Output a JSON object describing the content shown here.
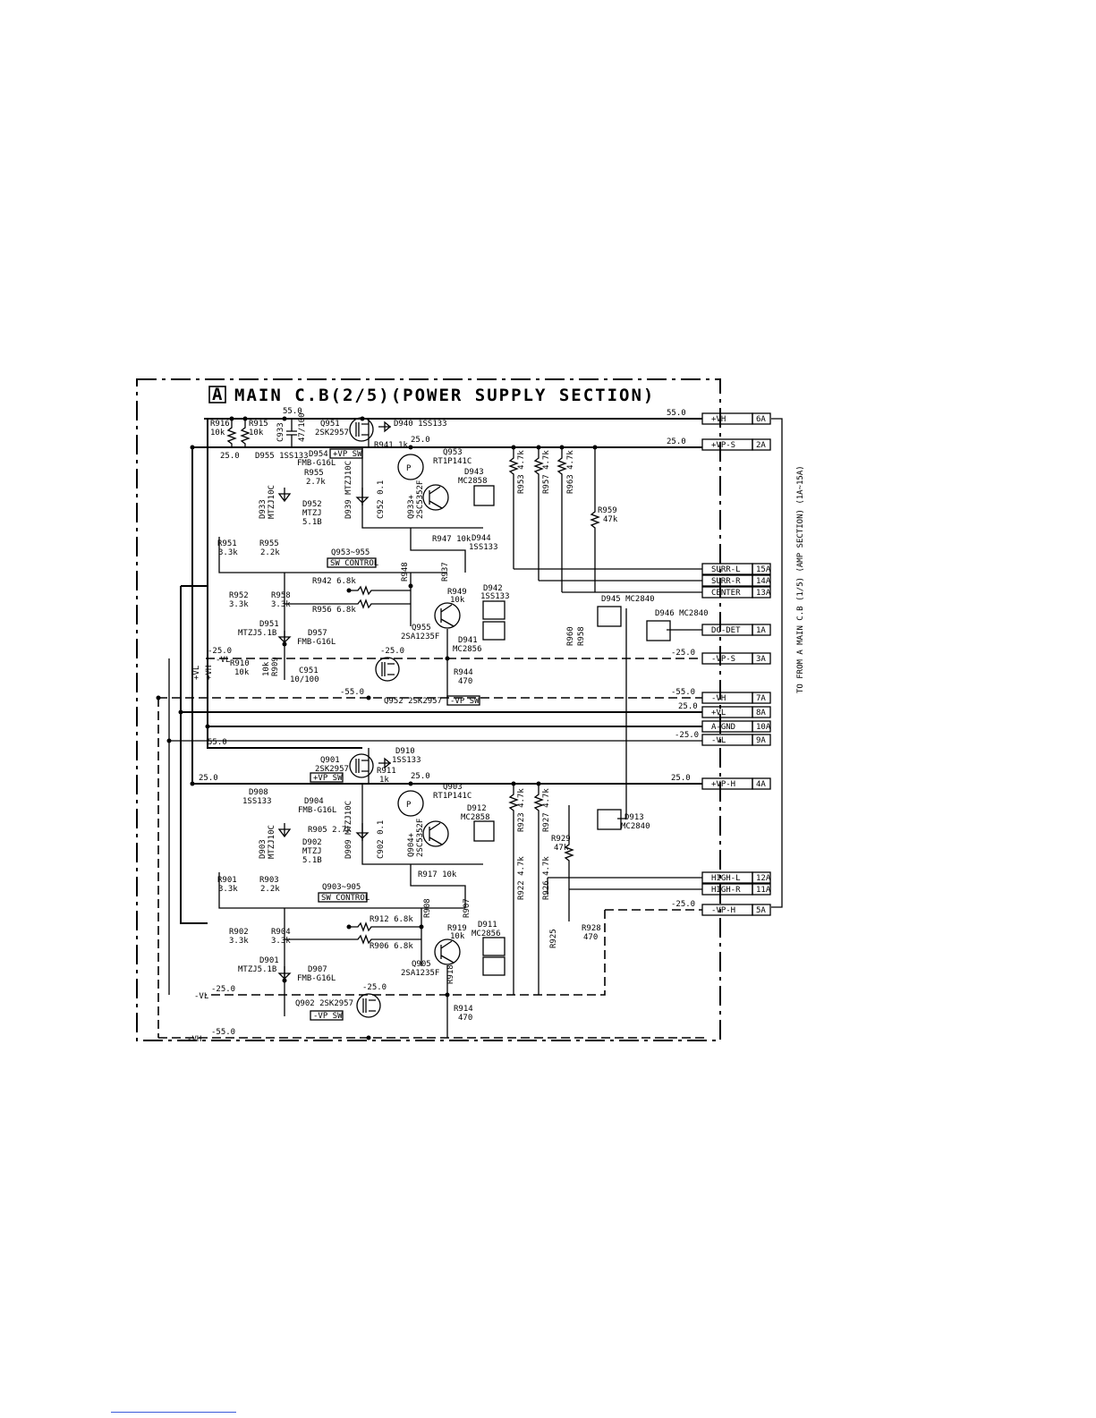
{
  "title": {
    "box_letter": "A",
    "text": "MAIN C.B(2/5)(POWER SUPPLY SECTION)"
  },
  "side_note": "TO FROM A MAIN C.B (1/5) (AMP SECTION) (1A~15A)",
  "connectors": [
    {
      "name": "+VH",
      "pin": "6A"
    },
    {
      "name": "+VP-S",
      "pin": "2A"
    },
    {
      "name": "SURR-L",
      "pin": "15A"
    },
    {
      "name": "SURR-R",
      "pin": "14A"
    },
    {
      "name": "CENTER",
      "pin": "13A"
    },
    {
      "name": "DC-DET",
      "pin": "1A"
    },
    {
      "name": "-VP-S",
      "pin": "3A"
    },
    {
      "name": "-VH",
      "pin": "7A"
    },
    {
      "name": "+VL",
      "pin": "8A"
    },
    {
      "name": "A-GND",
      "pin": "10A"
    },
    {
      "name": "-VL",
      "pin": "9A"
    },
    {
      "name": "+VP-H",
      "pin": "4A"
    },
    {
      "name": "HIGH-L",
      "pin": "12A"
    },
    {
      "name": "HIGH-R",
      "pin": "11A"
    },
    {
      "name": "-VP-H",
      "pin": "5A"
    }
  ],
  "voltages": {
    "v_vh": "55.0",
    "v_vps": "25.0",
    "v_top55": "55.0",
    "v_top25": "25.0",
    "v_left25": "25.0",
    "v_mid25": "25.0",
    "v_neg_vps": "-25.0",
    "v_q952": "-25.0",
    "v_neg55": "-55.0",
    "v_vh_neg": "-55.0",
    "v_vl": "25.0",
    "v_vl_neg": "-25.0",
    "v_q901_55": "55.0",
    "v_q901_25": "25.0",
    "v_vph_25": "25.0",
    "v_left25b": "-25.0",
    "v_vph_neg": "-25.0",
    "v_q902": "-25.0",
    "v_bot55": "-55.0",
    "v_neg25_left": "-25.0"
  },
  "components": {
    "q951": "Q951",
    "q951_part": "2SK2957",
    "d940": "D940 1SS133",
    "r941": "R941 1k",
    "d955": "D955 1SS133",
    "d954": "D954",
    "d954_part": "FMB-G16L",
    "vp_sw_top": "+VP SW",
    "r955": "R955",
    "r955_val": "2.7k",
    "q953": "Q953",
    "q953_part": "RT1P141C",
    "d943": "D943",
    "d943_part": "MC2858",
    "d933": "D933",
    "d933_part": "MTZJ10C",
    "d939": "D939 MTZJ10C",
    "c952": "C952 0.1",
    "q933": "Q933+",
    "q933_part": "2SC5352F",
    "d952": "D952",
    "d952_part": "MTZJ",
    "d952_val": "5.1B",
    "r953": "R953 4.7k",
    "r957": "R957 4.7k",
    "r963": "R963 4.7k",
    "r959": "R959",
    "r959_val": "47k",
    "r947": "R947 10k",
    "d944": "D944",
    "d944_part": "1SS133",
    "r951": "R951",
    "r951_val": "3.3k",
    "r955b": "R955",
    "r955b_val": "2.2k",
    "sw_ctrl_top_range": "Q953~955",
    "sw_ctrl_top": "SW CONTROL",
    "r942": "R942 6.8k",
    "r956": "R956 6.8k",
    "r948": "R948",
    "r937": "R937",
    "r949": "R949",
    "r949_val": "10k",
    "d942": "D942",
    "d942_part": "1SS133",
    "d945": "D945 MC2840",
    "d946": "D946 MC2840",
    "r952": "R952",
    "r952_val": "3.3k",
    "r958": "R958",
    "r958_val": "3.3k",
    "q955": "Q955",
    "q955_part": "2SA1235F",
    "d941": "D941",
    "d941_part": "MC2856",
    "d951": "D951",
    "d951_part": "MTZJ5.1B",
    "d957": "D957",
    "d957_part": "FMB-G16L",
    "r910": "R910",
    "r910_val": "10k",
    "c951": "C951",
    "c951_val": "10/100",
    "q952": "Q952 2SK2957",
    "vp_sw_neg": "-VP SW",
    "r944": "R944",
    "r944_val": "470",
    "r960": "R960",
    "r958b": "R958",
    "q901": "Q901",
    "q901_part": "2SK2957",
    "d910": "D910",
    "d910_part": "1SS133",
    "vp_sw_mid": "+VP SW",
    "r911": "R911",
    "r911_val": "1k",
    "d908": "D908",
    "d908_part": "1SS133",
    "d904": "D904",
    "d904_part": "FMB-G16L",
    "q903": "Q903",
    "q903_part": "RT1P141C",
    "d912": "D912",
    "d912_part": "MC2858",
    "d913": "D913",
    "d913_part": "MC2840",
    "r905": "R905 2.7k",
    "d903": "D903",
    "d903_part": "MTZJ10C",
    "d909": "D909 MTZJ10C",
    "c902": "C902 0.1",
    "d902": "D902",
    "d902_part": "MTZJ",
    "d902_val": "5.1B",
    "q904": "Q904+",
    "q904_part": "2SC5352F",
    "r923": "R923 4.7k",
    "r927": "R927 4.7k",
    "r929": "R929",
    "r929_val": "47k",
    "r917": "R917 10k",
    "r922": "R922 4.7k",
    "r926": "R926 4.7k",
    "r901": "R901",
    "r901_val": "3.3k",
    "r903": "R903",
    "r903_val": "2.2k",
    "sw_ctrl_bot_range": "Q903~905",
    "sw_ctrl_bot": "SW CONTROL",
    "r908": "R908",
    "r907": "R907",
    "r912": "R912 6.8k",
    "r906": "R906 6.8k",
    "r902": "R902",
    "r902_val": "3.3k",
    "r904": "R904",
    "r904_val": "3.3k",
    "r919": "R919",
    "r919_val": "10k",
    "d911": "D911",
    "d911_part": "MC2856",
    "r928": "R928",
    "r928_val": "470",
    "r925": "R925",
    "d901": "D901",
    "d901_part": "MTZJ5.1B",
    "d907": "D907",
    "d907_part": "FMB-G16L",
    "q905": "Q905",
    "q905_part": "2SA1235F",
    "r918": "R918",
    "q902": "Q902 2SK2957",
    "vp_sw_bot": "-VP SW",
    "r914": "R914",
    "r914_val": "470",
    "r916": "R916",
    "r916_val": "10k",
    "r915": "R915",
    "r915_val": "10k",
    "c933": "C933",
    "c933_val": "47/100",
    "r909": "R909",
    "r909_val": "10k"
  },
  "net_labels": {
    "vl_plus": "+VL",
    "vh_plus": "+VH",
    "vl_minus": "-VL",
    "vh_minus": "-VH",
    "vl_minus_bot": "-VL",
    "vh_minus_bot": "-VH"
  }
}
